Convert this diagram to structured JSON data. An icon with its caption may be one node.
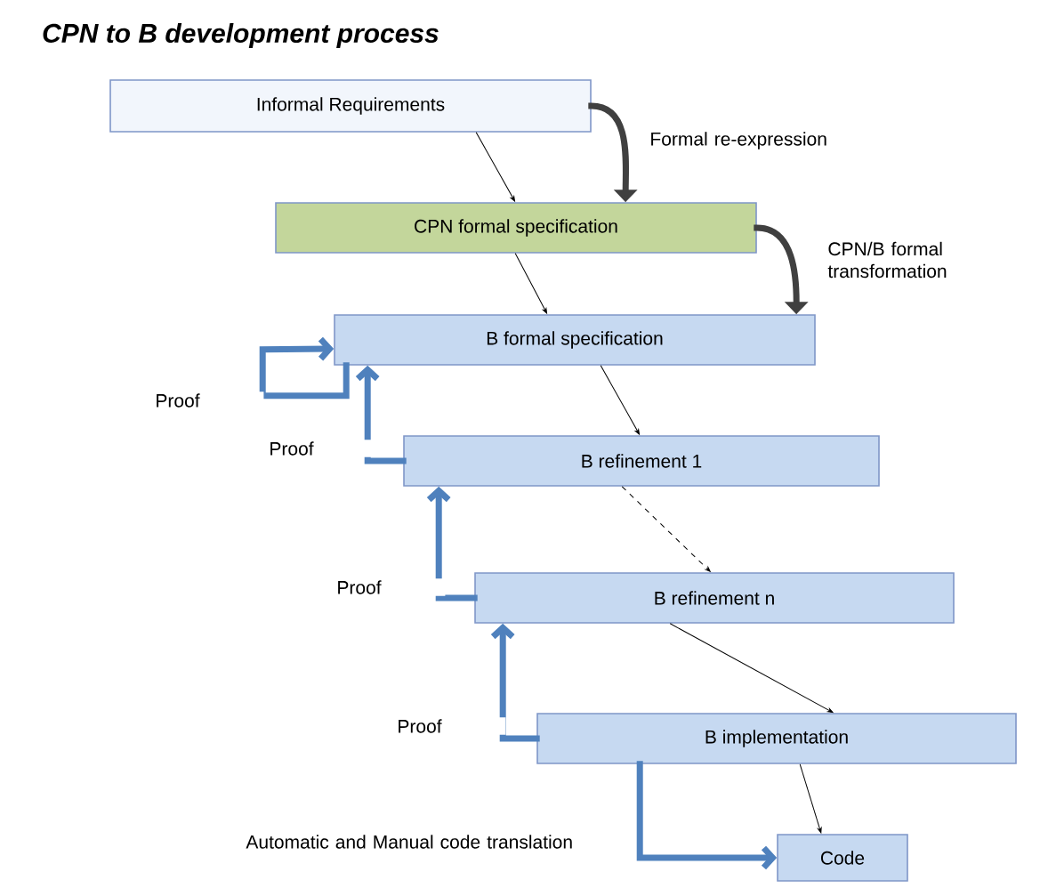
{
  "diagram": {
    "title": "CPN to B development process",
    "nodes": [
      {
        "text": [
          "Informal Requirements"
        ]
      },
      {
        "text": [
          "CPN formal specification"
        ]
      },
      {
        "text": [
          "B formal specification"
        ]
      },
      {
        "text": [
          "B refinement 1"
        ]
      },
      {
        "text": [
          "B refinement n"
        ]
      },
      {
        "text": [
          "B implementation"
        ]
      },
      {
        "text": [
          "Code"
        ]
      }
    ],
    "edges": [
      {
        "from": 0,
        "to": 1,
        "arrow": "to"
      },
      {
        "from": 0,
        "to": 1,
        "arrow": "to",
        "label": "Formal re-expression",
        "color": "#404040"
      },
      {
        "from": 1,
        "to": 2,
        "arrow": "to"
      },
      {
        "from": 1,
        "to": 2,
        "arrow": "to",
        "label": "CPN/B formal transformation",
        "color": "#404040"
      },
      {
        "from": 2,
        "to": 2,
        "arrow": "to",
        "label": "Proof",
        "color": "#4f81bd"
      },
      {
        "from": 2,
        "to": 3,
        "arrow": "to"
      },
      {
        "from": 3,
        "to": 2,
        "arrow": "to",
        "label": "Proof",
        "color": "#4f81bd"
      },
      {
        "from": 3,
        "to": 4,
        "arrow": "to",
        "style": "dashed"
      },
      {
        "from": 4,
        "to": 3,
        "arrow": "to",
        "label": "Proof",
        "color": "#4f81bd"
      },
      {
        "from": 4,
        "to": 5,
        "arrow": "to"
      },
      {
        "from": 5,
        "to": 4,
        "arrow": "to",
        "label": "Proof",
        "color": "#4f81bd"
      },
      {
        "from": 5,
        "to": 6,
        "arrow": "to"
      },
      {
        "from": 5,
        "to": 6,
        "arrow": "to",
        "label": "Automatic and Manual code translation",
        "color": "#4f81bd"
      }
    ]
  }
}
